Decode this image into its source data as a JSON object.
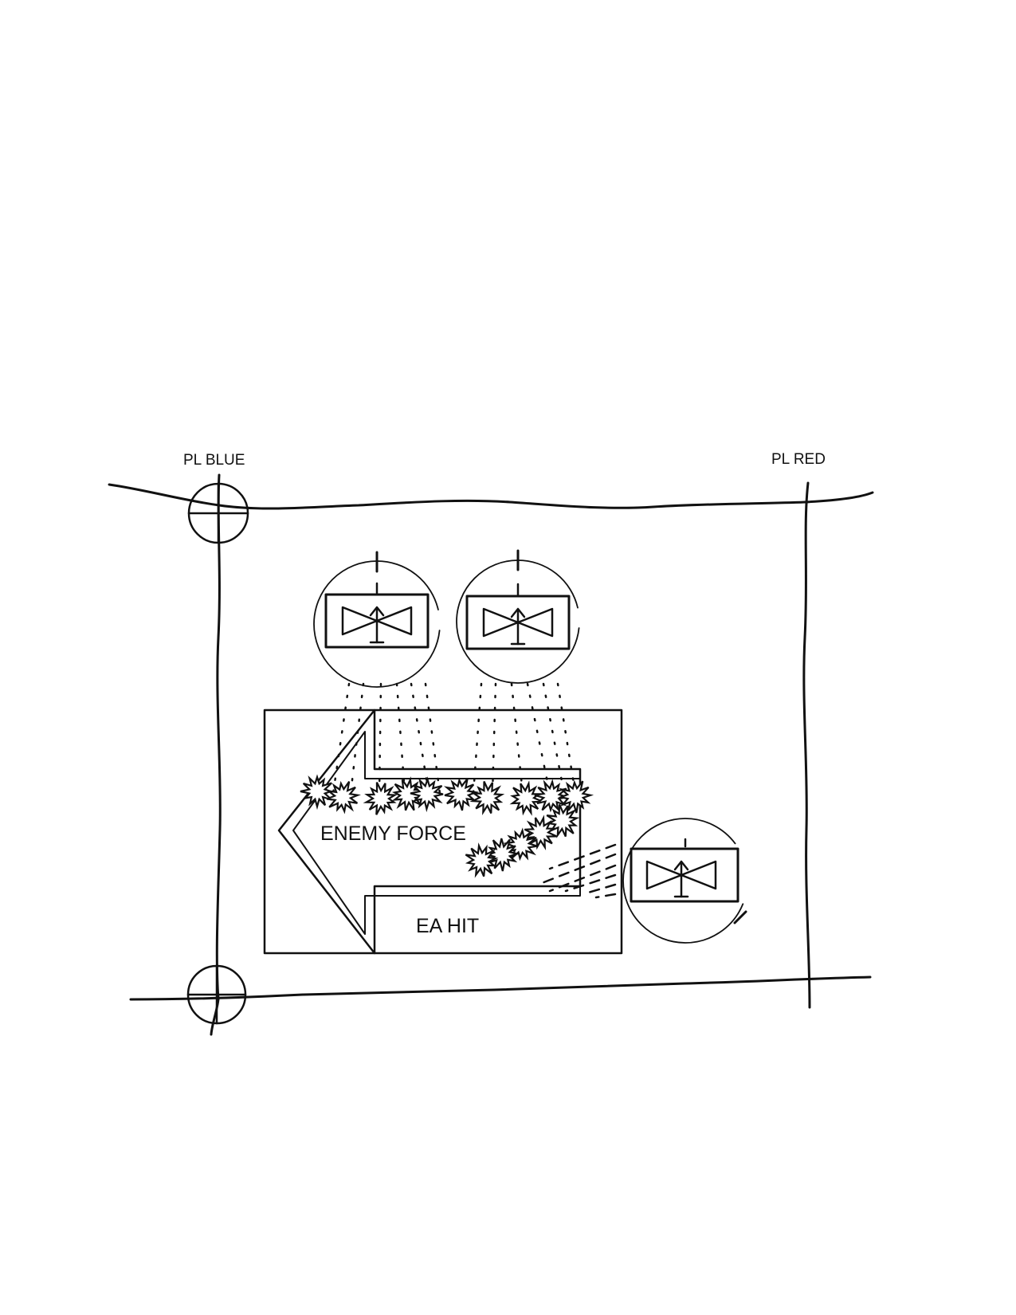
{
  "labels": {
    "phase_line_blue": "PL BLUE",
    "phase_line_red": "PL RED",
    "enemy_force": "ENEMY FORCE",
    "engagement_area": "EA HIT"
  },
  "symbols": {
    "unit_icon": "antitank-unit-icon",
    "checkpoint_icon": "circle-cross-checkpoint-icon",
    "burst_icon": "explosion-burst-icon",
    "echelon_mark": "I"
  },
  "colors": {
    "ink": "#111111",
    "background": "#ffffff"
  }
}
